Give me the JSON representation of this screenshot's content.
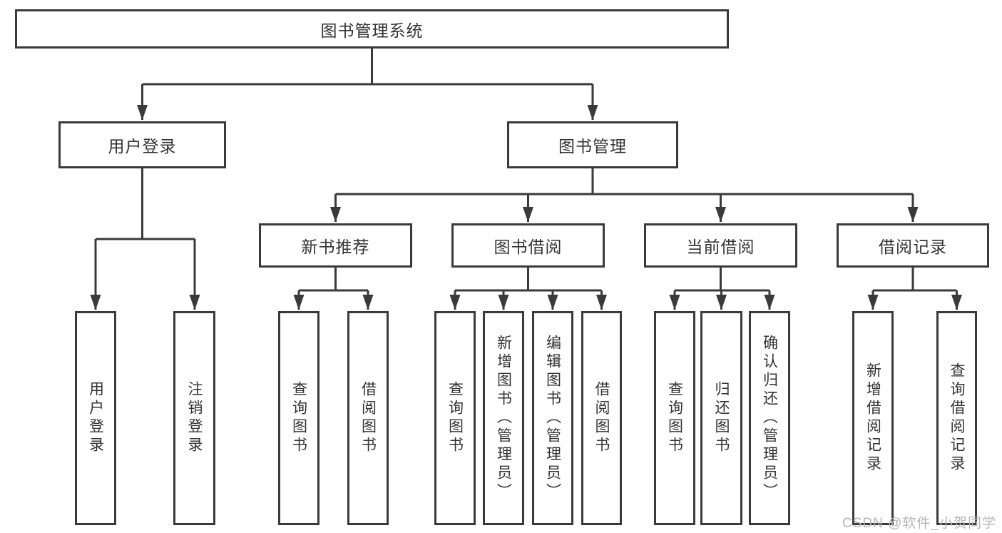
{
  "diagram": {
    "watermark": "CSDN @软件_小贺同学",
    "colors": {
      "line": "#3a3a3a",
      "text": "#333333",
      "box_bg": "#ffffff",
      "watermark": "#b6b6b6"
    },
    "tree": {
      "label": "图书管理系统",
      "children": [
        {
          "label": "用户登录",
          "children": [
            {
              "label": "用户登录"
            },
            {
              "label": "注销登录"
            }
          ]
        },
        {
          "label": "图书管理",
          "children": [
            {
              "label": "新书推荐",
              "children": [
                {
                  "label": "查询图书"
                },
                {
                  "label": "借阅图书"
                }
              ]
            },
            {
              "label": "图书借阅",
              "children": [
                {
                  "label": "查询图书"
                },
                {
                  "label": "新增图书（管理员）"
                },
                {
                  "label": "编辑图书（管理员）"
                },
                {
                  "label": "借阅图书"
                }
              ]
            },
            {
              "label": "当前借阅",
              "children": [
                {
                  "label": "查询图书"
                },
                {
                  "label": "归还图书"
                },
                {
                  "label": "确认归还（管理员）"
                }
              ]
            },
            {
              "label": "借阅记录",
              "children": [
                {
                  "label": "新增借阅记录"
                },
                {
                  "label": "查询借阅记录"
                }
              ]
            }
          ]
        }
      ]
    }
  }
}
